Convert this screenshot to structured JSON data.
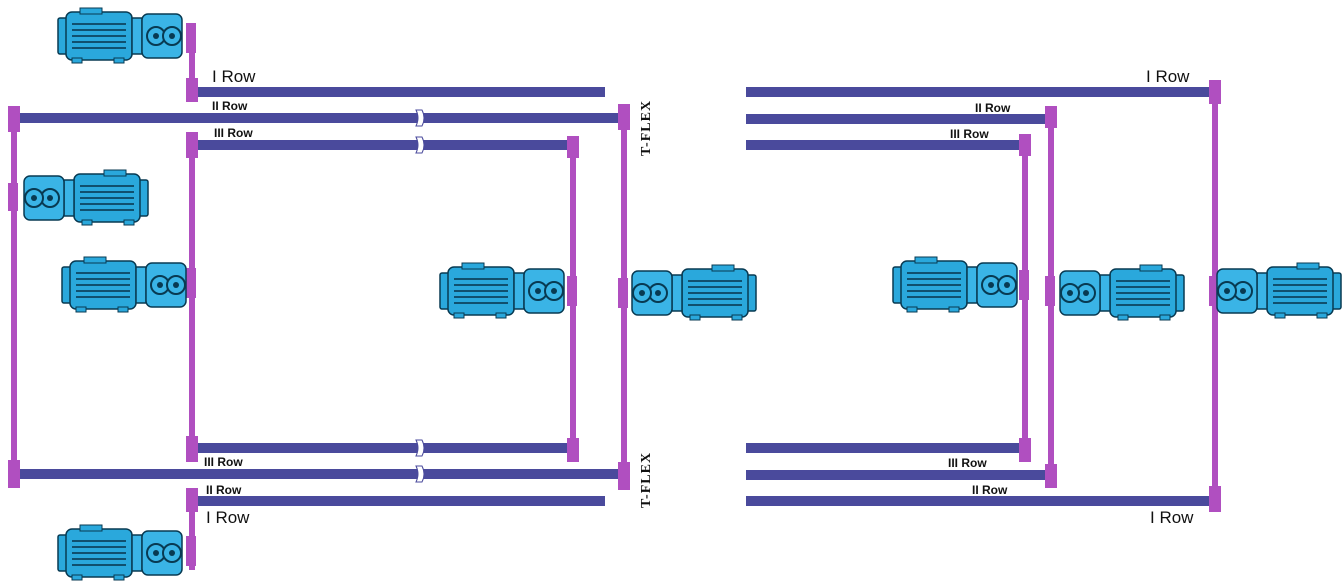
{
  "colors": {
    "rail": "#4a4a9c",
    "shaft": "#b04fc0",
    "motor_body": "#2aa8dc",
    "motor_fins": "#10506e",
    "motor_outline": "#083a52",
    "gear_body": "#3ab4e6"
  },
  "labels": {
    "row1": "I Row",
    "row2": "II Row",
    "row3": "III Row",
    "tflex": "T-FLEX"
  },
  "icons": [
    "gearmotor-icon"
  ]
}
